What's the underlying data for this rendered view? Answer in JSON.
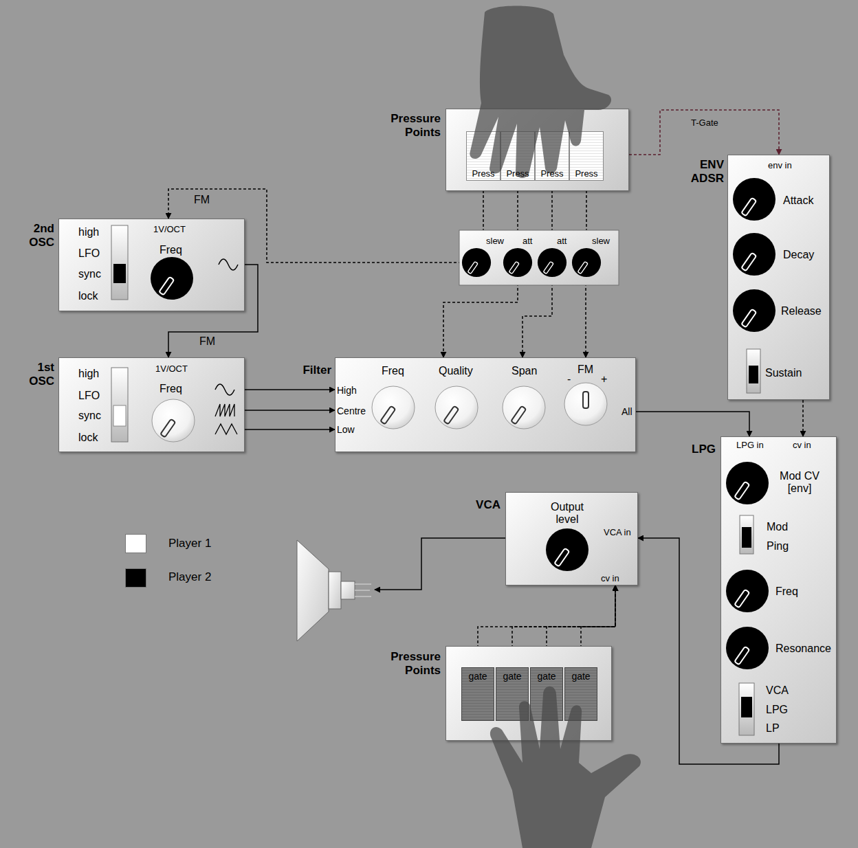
{
  "diagram": {
    "nodes": [
      {
        "text": [
          "Pressure Points"
        ]
      },
      {
        "text": [
          "Press"
        ],
        "in": 0
      },
      {
        "text": [
          "Press"
        ],
        "in": 0
      },
      {
        "text": [
          "Press"
        ],
        "in": 0
      },
      {
        "text": [
          "Press"
        ],
        "in": 0
      },
      {
        "text": [
          "slew"
        ]
      },
      {
        "text": [
          "att"
        ]
      },
      {
        "text": [
          "att"
        ]
      },
      {
        "text": [
          "slew"
        ]
      },
      {
        "text": [
          "ENV ADSR",
          "env in",
          "Attack",
          "Decay",
          "Release",
          "Sustain"
        ]
      },
      {
        "text": [
          "2nd OSC",
          "1V/OCT",
          "Freq",
          "high",
          "LFO",
          "sync",
          "lock"
        ]
      },
      {
        "text": [
          "1st OSC",
          "1V/OCT",
          "Freq",
          "high",
          "LFO",
          "sync",
          "lock"
        ]
      },
      {
        "text": [
          "Filter",
          "Freq",
          "Quality",
          "Span",
          "FM",
          "-",
          "+",
          "High",
          "Centre",
          "Low",
          "All"
        ]
      },
      {
        "text": [
          "LPG",
          "LPG in",
          "cv in",
          "Mod CV [env]",
          "Mod",
          "Ping",
          "Freq",
          "Resonance",
          "VCA",
          "LPG",
          "LP"
        ]
      },
      {
        "text": [
          "VCA",
          "Output level",
          "VCA in",
          "cv in"
        ]
      },
      {
        "text": [
          "Pressure Points"
        ]
      },
      {
        "text": [
          "gate"
        ],
        "in": 15
      },
      {
        "text": [
          "gate"
        ],
        "in": 15
      },
      {
        "text": [
          "gate"
        ],
        "in": 15
      },
      {
        "text": [
          "gate"
        ],
        "in": 15
      }
    ],
    "edges": [
      {
        "from": 1,
        "to": 5,
        "arrow": "to"
      },
      {
        "from": 2,
        "to": 6,
        "arrow": "to"
      },
      {
        "from": 3,
        "to": 7,
        "arrow": "to"
      },
      {
        "from": 4,
        "to": 8,
        "arrow": "to"
      },
      {
        "from": 0,
        "to": 9,
        "label": "T-Gate",
        "arrow": "to"
      },
      {
        "from": 5,
        "to": 10,
        "label": "FM",
        "arrow": "to"
      },
      {
        "from": 10,
        "to": 11,
        "label": "FM",
        "arrow": "to"
      },
      {
        "from": 11,
        "to": 12,
        "arrow": "to"
      },
      {
        "from": 11,
        "to": 12,
        "arrow": "to"
      },
      {
        "from": 11,
        "to": 12,
        "arrow": "to"
      },
      {
        "from": 6,
        "to": 12,
        "arrow": "to"
      },
      {
        "from": 7,
        "to": 12,
        "arrow": "to"
      },
      {
        "from": 8,
        "to": 12,
        "arrow": "to"
      },
      {
        "from": 12,
        "to": 13,
        "arrow": "to"
      },
      {
        "from": 9,
        "to": 13,
        "arrow": "to"
      },
      {
        "from": 13,
        "to": 14,
        "arrow": "to"
      },
      {
        "from": 16,
        "to": 14,
        "arrow": "to"
      },
      {
        "from": 17,
        "to": 14,
        "arrow": "to"
      },
      {
        "from": 18,
        "to": 14,
        "arrow": "to"
      },
      {
        "from": 19,
        "to": 14,
        "arrow": "to"
      }
    ],
    "legend": [
      {
        "text": "Player 1",
        "color": "#ffffff"
      },
      {
        "text": "Player 2",
        "color": "#000000"
      }
    ]
  }
}
